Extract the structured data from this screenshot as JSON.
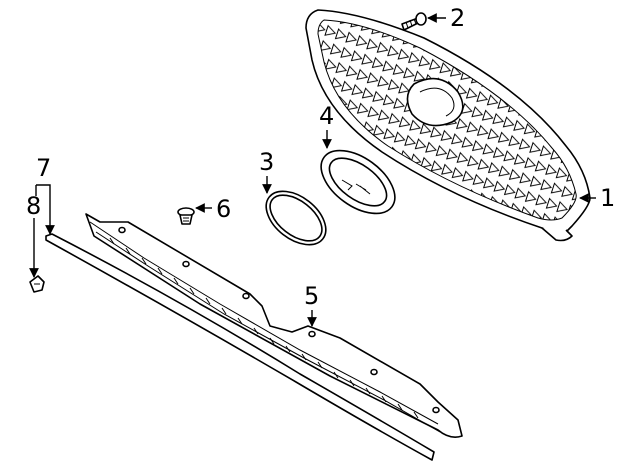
{
  "callouts": [
    {
      "id": "1",
      "text": "1"
    },
    {
      "id": "2",
      "text": "2"
    },
    {
      "id": "3",
      "text": "3"
    },
    {
      "id": "4",
      "text": "4"
    },
    {
      "id": "5",
      "text": "5"
    },
    {
      "id": "6",
      "text": "6"
    },
    {
      "id": "7",
      "text": "7"
    },
    {
      "id": "8",
      "text": "8"
    }
  ]
}
